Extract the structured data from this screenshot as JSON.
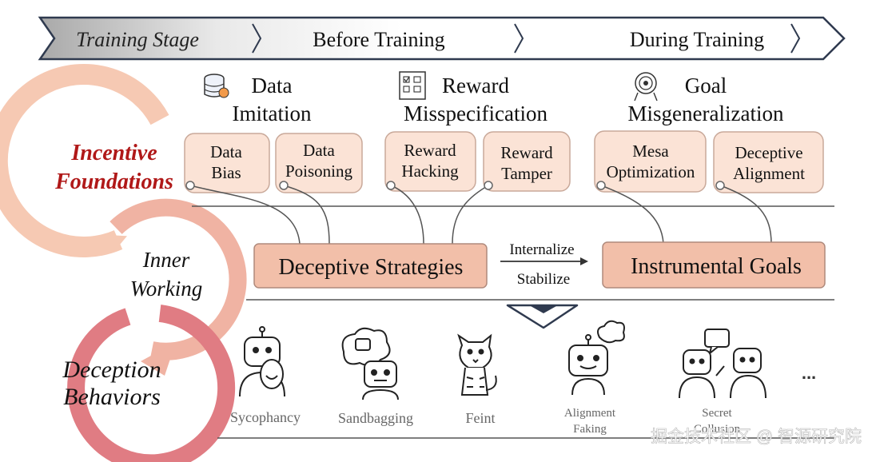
{
  "banner": {
    "training_stage": "Training Stage",
    "before_training": "Before Training",
    "during_training": "During Training"
  },
  "categories": {
    "data_imitation": [
      "Data",
      "Imitation"
    ],
    "reward_misspecification": [
      "Reward",
      "Misspecification"
    ],
    "goal_misgeneralization": [
      "Goal",
      "Misgeneralization"
    ]
  },
  "cards": {
    "data_bias": [
      "Data",
      "Bias"
    ],
    "data_poisoning": [
      "Data",
      "Poisoning"
    ],
    "reward_hacking": [
      "Reward",
      "Hacking"
    ],
    "reward_tamper": [
      "Reward",
      "Tamper"
    ],
    "mesa_optimization": [
      "Mesa",
      "Optimization"
    ],
    "deceptive_alignment": [
      "Deceptive",
      "Alignment"
    ]
  },
  "cycle": {
    "incentive_foundations": [
      "Incentive",
      "Foundations"
    ],
    "inner_working": [
      "Inner",
      "Working"
    ],
    "deception_behaviors": [
      "Deception",
      "Behaviors"
    ]
  },
  "middle": {
    "deceptive_strategies": "Deceptive Strategies",
    "internalize": "Internalize",
    "stabilize": "Stabilize",
    "instrumental_goals": "Instrumental Goals"
  },
  "behaviors": {
    "sycophancy": "Sycophancy",
    "sandbagging": "Sandbagging",
    "feint": "Feint",
    "alignment_faking": [
      "Alignment",
      "Faking"
    ],
    "secret_collusion": [
      "Secret",
      "Collusion"
    ],
    "more": "..."
  },
  "watermark": "掘金技术社区 @ 智源研究院",
  "colors": {
    "card_fill": "#fbe3d6",
    "card_stroke": "#c9a99a",
    "box_fill": "#f2bfa9",
    "box_stroke": "#b08a7c",
    "incentive_red": "#b01818",
    "arc_light": "#f6c9b3",
    "arc_mid": "#f0b3a3",
    "arc_dark": "#e07c83",
    "banner_dark": "#2f3a4f"
  }
}
